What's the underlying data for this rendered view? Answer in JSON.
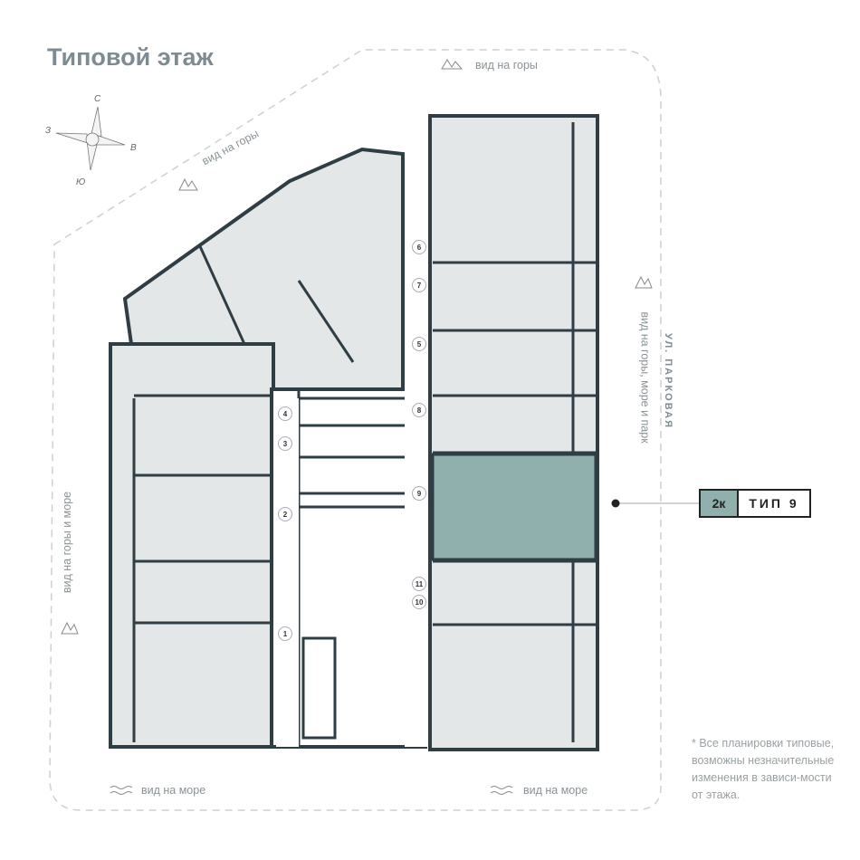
{
  "title": "Типовой этаж",
  "compass": {
    "north": "С",
    "south": "Ю",
    "east": "В",
    "west": "З"
  },
  "views": {
    "top": "вид на горы",
    "top_left": "вид на горы",
    "right": "вид на горы, море и парк",
    "left": "вид на горы и море",
    "bottom_left": "вид на море",
    "bottom_right": "вид на море"
  },
  "street": "УЛ. ПАРКОВАЯ",
  "selected_unit": {
    "rooms": "2к",
    "type": "ТИП 9",
    "highlight_color": "#8fb0ac"
  },
  "unit_markers": [
    "1",
    "2",
    "3",
    "4",
    "5",
    "6",
    "7",
    "8",
    "9",
    "10",
    "11"
  ],
  "note": "* Все планировки типовые, возможны незначительные изменения в зависи-мости от этажа."
}
